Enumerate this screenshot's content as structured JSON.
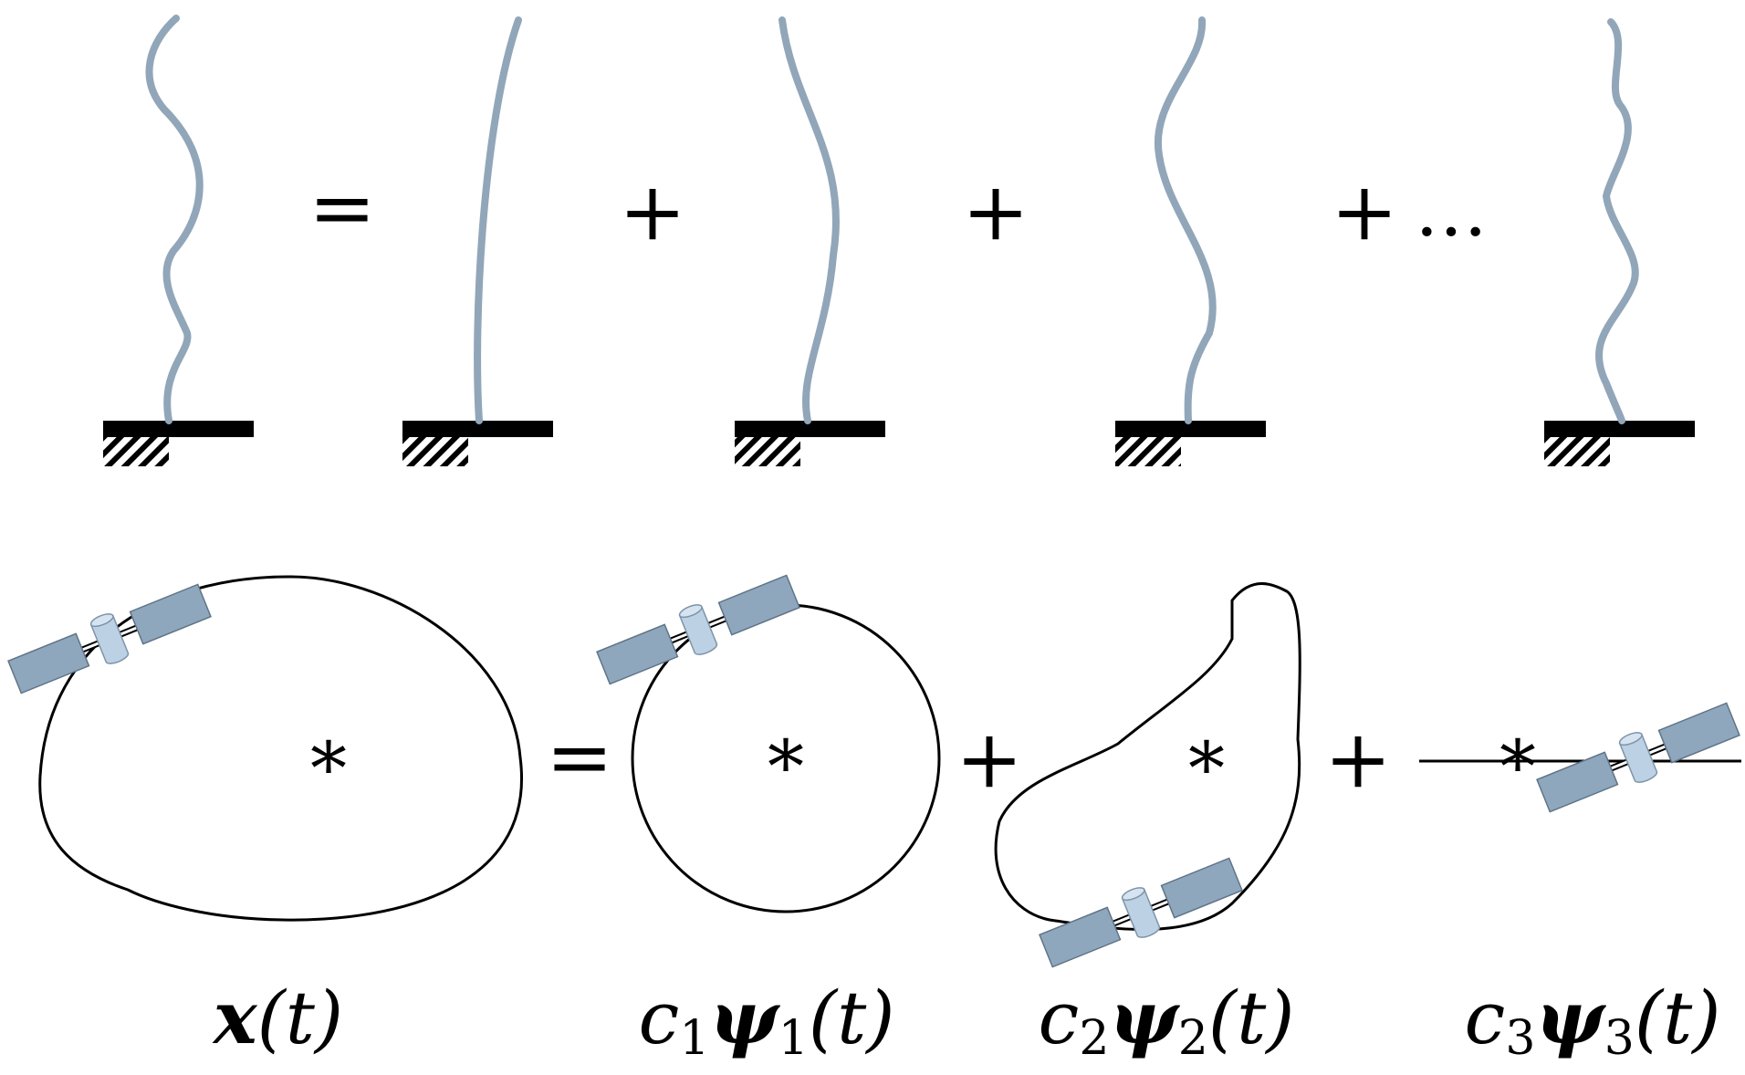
{
  "colors": {
    "string": "#91a6b9",
    "panel": "#8fa7bd",
    "panel_stroke": "#5f7487",
    "body": "#bcd1e4",
    "ink": "#000000"
  },
  "top_row": {
    "equals": "=",
    "plus_1": "+",
    "plus_2": "+",
    "plus_3": "+",
    "ellipsis": "…"
  },
  "bottom_row": {
    "equals": "=",
    "plus_1": "+",
    "plus_2": "+",
    "star": "*",
    "labels": {
      "x": {
        "var": "x",
        "arg": "(t)"
      },
      "c1psi1": {
        "coef": "c",
        "coef_sub": "1",
        "psi": "ψ",
        "psi_sub": "1",
        "arg": "(t)"
      },
      "c2psi2": {
        "coef": "c",
        "coef_sub": "2",
        "psi": "ψ",
        "psi_sub": "2",
        "arg": "(t)"
      },
      "c3psi3": {
        "coef": "c",
        "coef_sub": "3",
        "psi": "ψ",
        "psi_sub": "3",
        "arg": "(t)"
      }
    }
  }
}
